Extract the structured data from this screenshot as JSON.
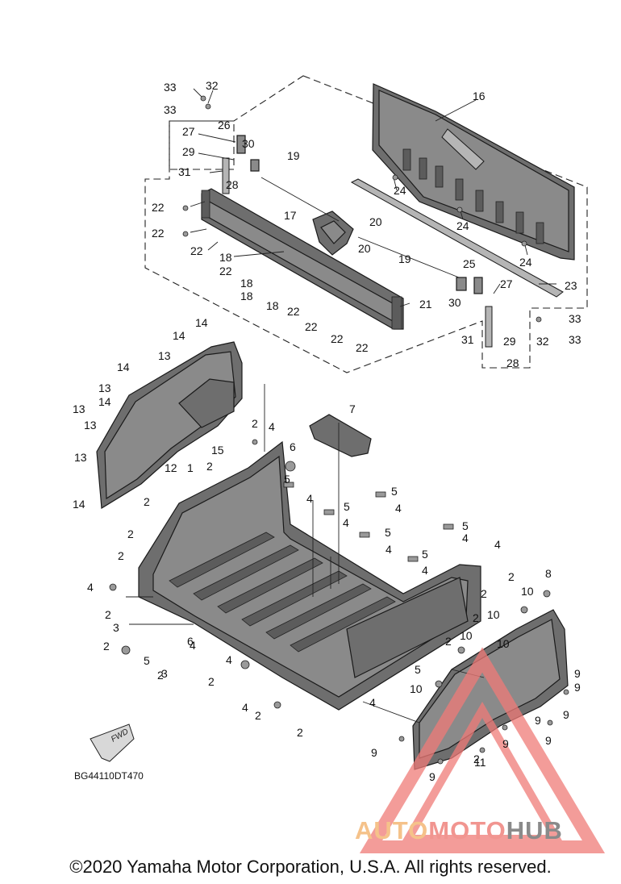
{
  "diagram_code": "BG44110DT470",
  "fwd_label": "FWD",
  "copyright": "©2020 Yamaha Motor Corporation, U.S.A. All rights reserved.",
  "watermark": {
    "part1": "AUTO",
    "part2": "MOTO",
    "part3": "HUB",
    "color1": "#f5c28a",
    "color2": "#f19590",
    "color3": "#8a8a8a"
  },
  "colors": {
    "line": "#1a1a1a",
    "part": "#8a8a8a",
    "watermark_triangle": "#f07b78"
  },
  "callouts": [
    "33",
    "32",
    "33",
    "26",
    "27",
    "29",
    "30",
    "31",
    "28",
    "19",
    "16",
    "22",
    "22",
    "22",
    "18",
    "22",
    "18",
    "18",
    "18",
    "22",
    "22",
    "17",
    "20",
    "20",
    "19",
    "24",
    "24",
    "24",
    "23",
    "25",
    "27",
    "30",
    "21",
    "22",
    "22",
    "31",
    "28",
    "29",
    "32",
    "33",
    "33",
    "14",
    "14",
    "13",
    "14",
    "13",
    "14",
    "13",
    "13",
    "13",
    "14",
    "15",
    "2",
    "2",
    "2",
    "4",
    "6",
    "7",
    "12",
    "1",
    "2",
    "5",
    "4",
    "5",
    "4",
    "5",
    "4",
    "5",
    "4",
    "5",
    "4",
    "5",
    "4",
    "4",
    "2",
    "2",
    "4",
    "2",
    "3",
    "2",
    "5",
    "4",
    "3",
    "4",
    "2",
    "4",
    "2",
    "2",
    "5",
    "4",
    "6",
    "2",
    "2",
    "2",
    "2",
    "10",
    "10",
    "8",
    "10",
    "10",
    "10",
    "9",
    "9",
    "9",
    "9",
    "9",
    "9",
    "11",
    "9",
    "9",
    "2"
  ]
}
